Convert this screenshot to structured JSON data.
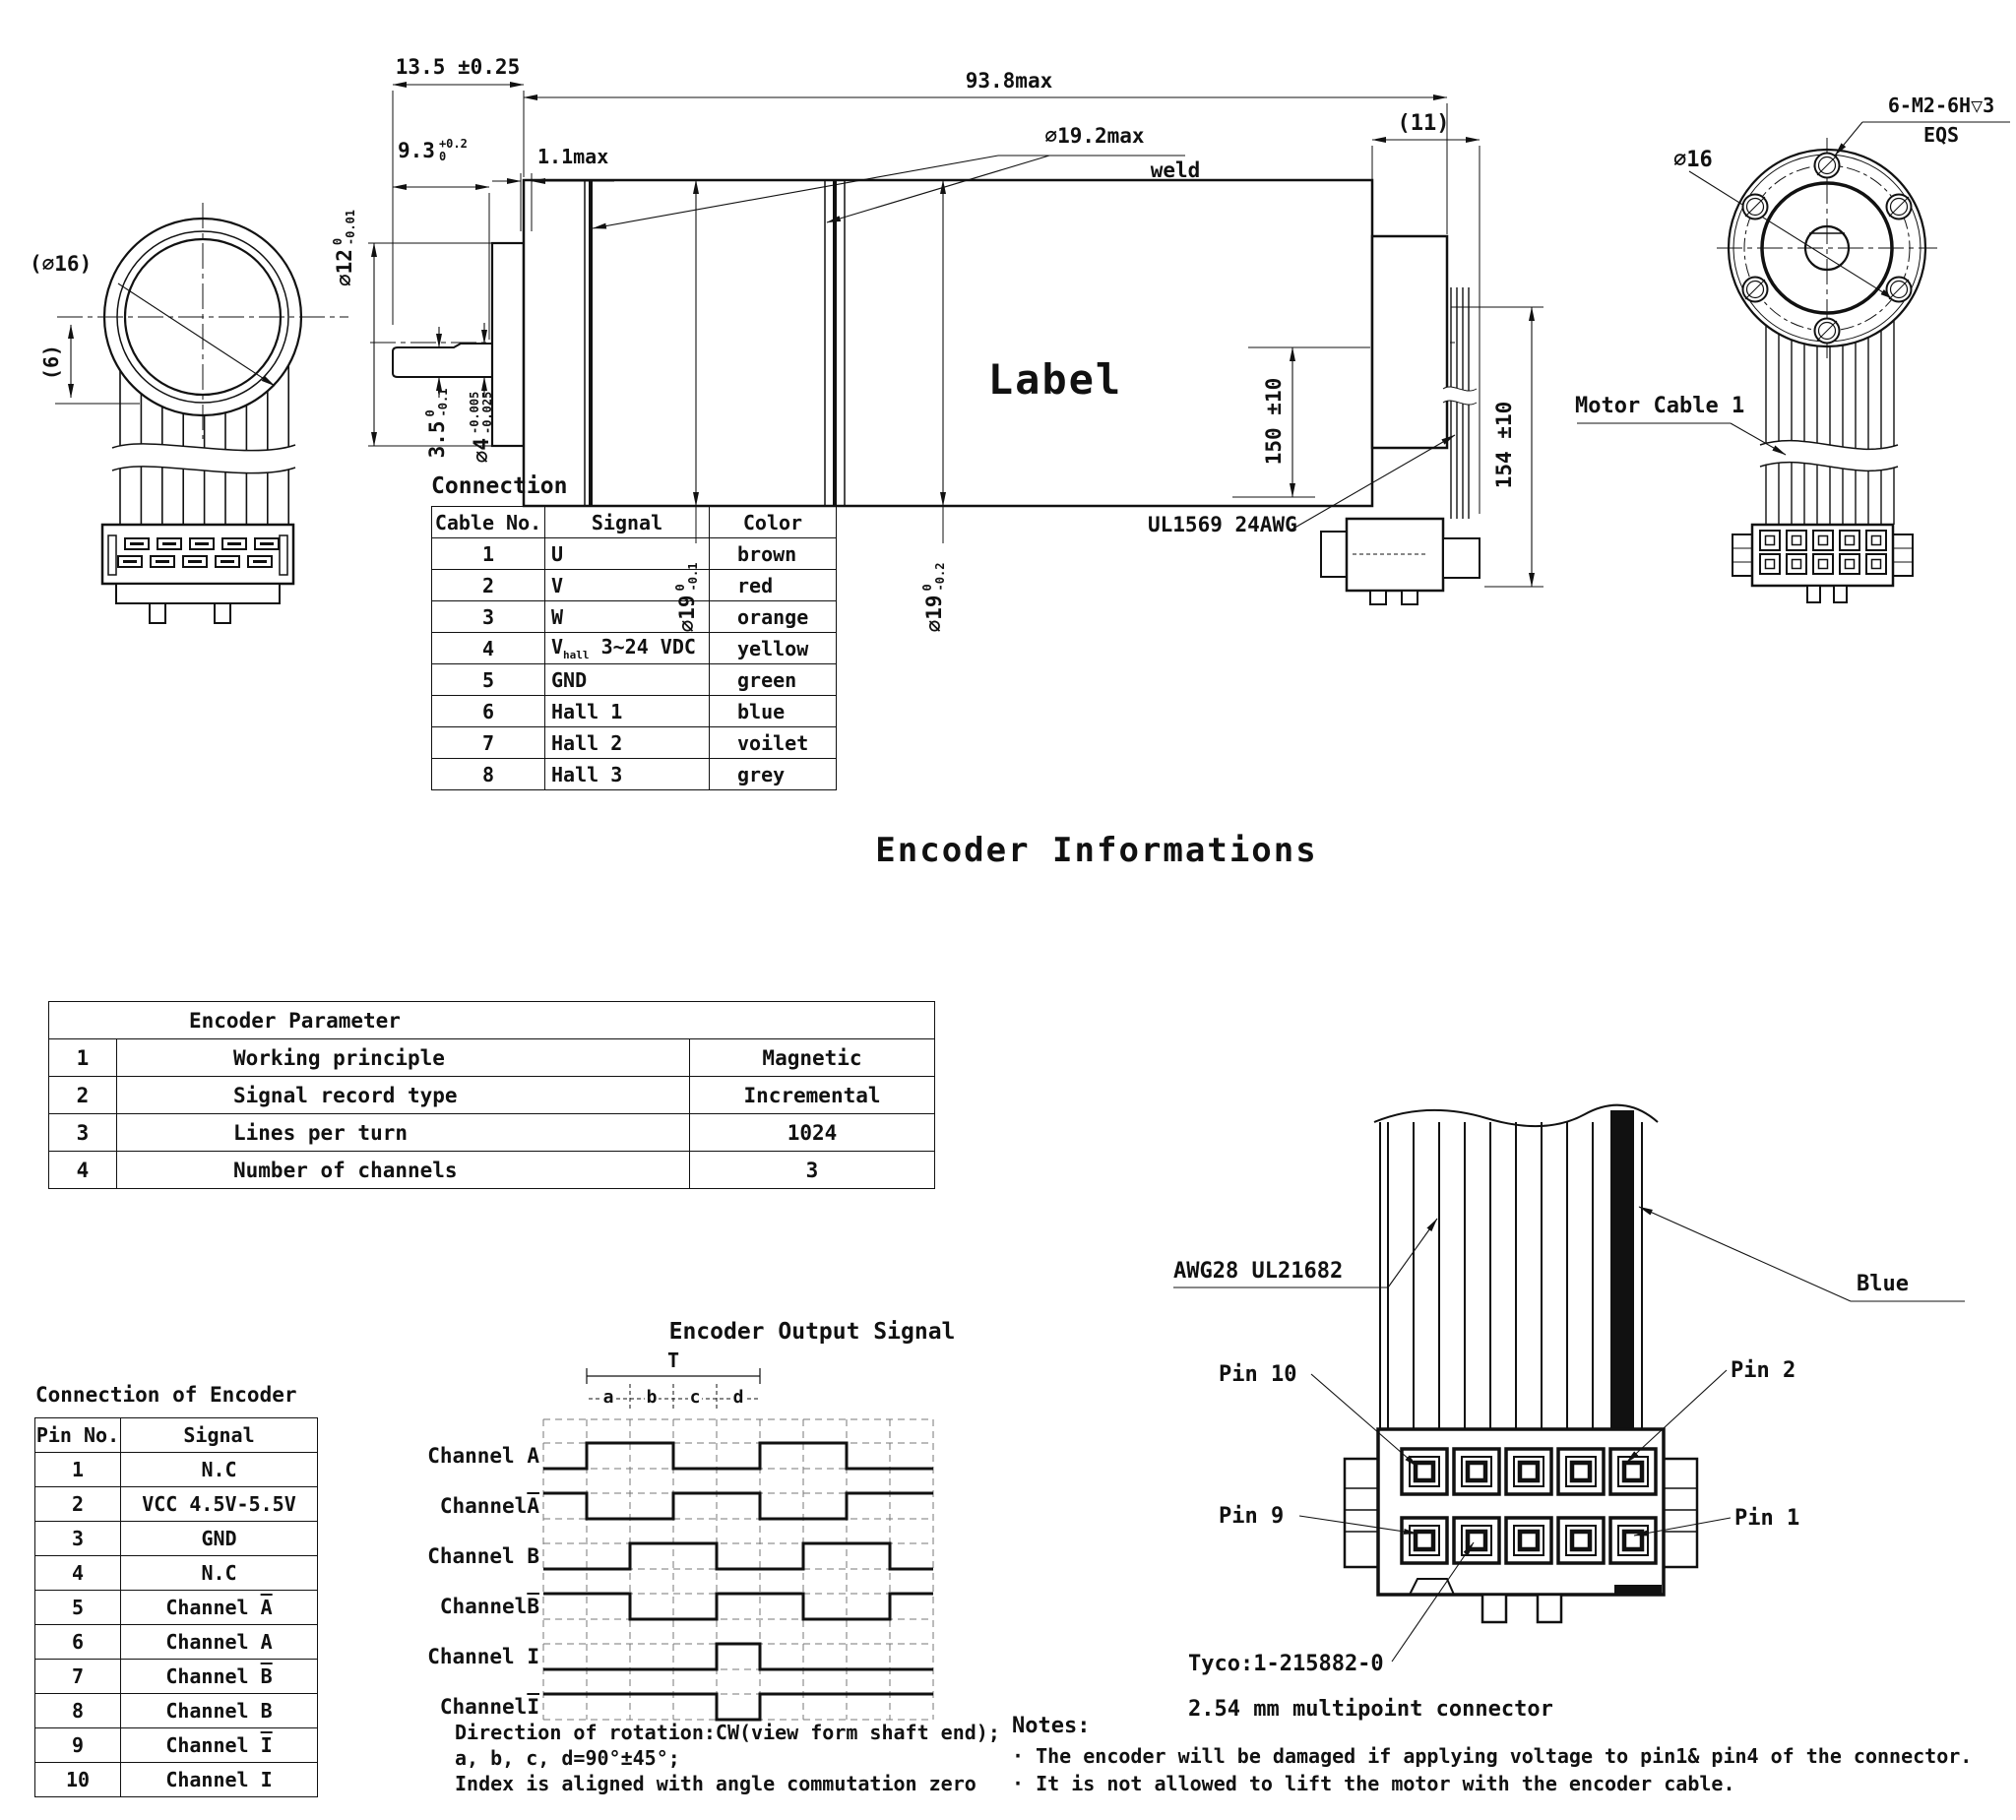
{
  "title": "Encoder Informations",
  "drawing": {
    "label_text": "Label",
    "dims": {
      "len_front": "13.5 ±0.25",
      "len_total": "93.8max",
      "weld_gap": "1.1max",
      "shaft_len": {
        "main": "9.3",
        "tol_top": "+0.2",
        "tol_bot": "0"
      },
      "collar_dia": {
        "main": "∅12",
        "tol_top": "0",
        "tol_bot": "-0.01"
      },
      "flat": {
        "main": "3.5",
        "tol_top": "0",
        "tol_bot": "-0.1"
      },
      "shaft_dia": {
        "main": "∅4",
        "tol_top": "-0.005",
        "tol_bot": "-0.025"
      },
      "body_dia1": {
        "main": "∅19",
        "tol_top": "0",
        "tol_bot": "-0.1"
      },
      "body_dia2": {
        "main": "∅19",
        "tol_top": "0",
        "tol_bot": "-0.2"
      },
      "weld_dia": "∅19.2max",
      "weld_label": "weld",
      "end_len": "(11)",
      "cable_len1": "150 ±10",
      "cable_len2": "154 ±10",
      "left_dia": "(∅16)",
      "left_depth": "(6)",
      "right_dia": "∅16",
      "screws": "6-M2-6H▽3",
      "screws2": "EQS",
      "motor_cable": "Motor Cable 1",
      "wire_spec": "UL1569 24AWG"
    }
  },
  "connection_table": {
    "title": "Connection",
    "headers": [
      "Cable No.",
      "Signal",
      "Color"
    ],
    "rows": [
      {
        "no": "1",
        "signal": "U",
        "sub": "",
        "rest": "",
        "color": "brown"
      },
      {
        "no": "2",
        "signal": "V",
        "sub": "",
        "rest": "",
        "color": "red"
      },
      {
        "no": "3",
        "signal": "W",
        "sub": "",
        "rest": "",
        "color": "orange"
      },
      {
        "no": "4",
        "signal": "V",
        "sub": "hall",
        "rest": " 3~24 VDC",
        "color": "yellow"
      },
      {
        "no": "5",
        "signal": "GND",
        "sub": "",
        "rest": "",
        "color": "green"
      },
      {
        "no": "6",
        "signal": "Hall 1",
        "sub": "",
        "rest": "",
        "color": "blue"
      },
      {
        "no": "7",
        "signal": "Hall 2",
        "sub": "",
        "rest": "",
        "color": "voilet"
      },
      {
        "no": "8",
        "signal": "Hall 3",
        "sub": "",
        "rest": "",
        "color": "grey"
      }
    ]
  },
  "encoder_param_table": {
    "title": "Encoder Parameter",
    "rows": [
      {
        "no": "1",
        "param": "Working principle",
        "value": "Magnetic"
      },
      {
        "no": "2",
        "param": "Signal record type",
        "value": "Incremental"
      },
      {
        "no": "3",
        "param": "Lines per turn",
        "value": "1024"
      },
      {
        "no": "4",
        "param": "Number of channels",
        "value": "3"
      }
    ]
  },
  "encoder_conn_table": {
    "title": "Connection of Encoder",
    "headers": [
      "Pin No.",
      "Signal"
    ],
    "rows": [
      {
        "no": "1",
        "pre": "N.C",
        "ov": ""
      },
      {
        "no": "2",
        "pre": "VCC 4.5V-5.5V",
        "ov": ""
      },
      {
        "no": "3",
        "pre": "GND",
        "ov": ""
      },
      {
        "no": "4",
        "pre": "N.C",
        "ov": ""
      },
      {
        "no": "5",
        "pre": "Channel ",
        "ov": "A"
      },
      {
        "no": "6",
        "pre": "Channel A",
        "ov": ""
      },
      {
        "no": "7",
        "pre": "Channel ",
        "ov": "B"
      },
      {
        "no": "8",
        "pre": "Channel B",
        "ov": ""
      },
      {
        "no": "9",
        "pre": "Channel ",
        "ov": "I"
      },
      {
        "no": "10",
        "pre": "Channel I",
        "ov": ""
      }
    ]
  },
  "waveform": {
    "title": "Encoder Output Signal",
    "period_label": "T",
    "segment_labels": [
      "a",
      "b",
      "c",
      "d"
    ],
    "channels": [
      {
        "pre": "Channel A",
        "ov": "",
        "levels": [
          0,
          1,
          1,
          0,
          0,
          1,
          1,
          0,
          0
        ]
      },
      {
        "pre": "Channel ",
        "ov": "A",
        "levels": [
          1,
          0,
          0,
          1,
          1,
          0,
          0,
          1,
          1
        ]
      },
      {
        "pre": "Channel B",
        "ov": "",
        "levels": [
          0,
          0,
          1,
          1,
          0,
          0,
          1,
          1,
          0
        ]
      },
      {
        "pre": "Channel ",
        "ov": "B",
        "levels": [
          1,
          1,
          0,
          0,
          1,
          1,
          0,
          0,
          1
        ]
      },
      {
        "pre": "Channel I",
        "ov": "",
        "levels": [
          0,
          0,
          0,
          0,
          1,
          0,
          0,
          0,
          0
        ]
      },
      {
        "pre": "Channel ",
        "ov": "I",
        "levels": [
          1,
          1,
          1,
          1,
          0,
          1,
          1,
          1,
          1
        ]
      }
    ],
    "notes": [
      "Direction of rotation:CW(view form shaft end);",
      "a, b, c, d=90°±45°;",
      "Index is aligned with angle commutation zero"
    ]
  },
  "connector_diagram": {
    "wire_label": "AWG28 UL21682",
    "blue_label": "Blue",
    "pin10": "Pin 10",
    "pin2": "Pin 2",
    "pin9": "Pin 9",
    "pin1": "Pin 1",
    "part_no": "Tyco:1-215882-0",
    "pitch": "2.54 mm multipoint connector"
  },
  "notes": {
    "title": "Notes:",
    "items": [
      "· The encoder will be damaged if applying voltage to pin1& pin4 of the connector.",
      "· It is not allowed to lift the motor with the encoder cable."
    ]
  }
}
